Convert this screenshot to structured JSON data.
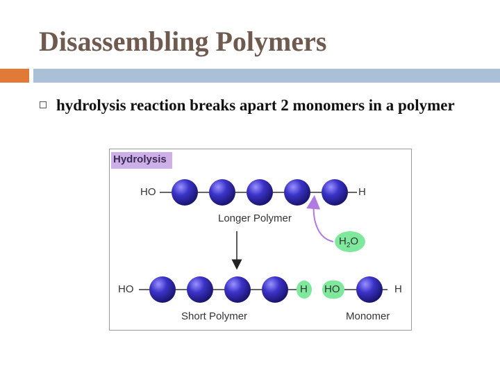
{
  "slide": {
    "title": "Disassembling Polymers",
    "bullet": "hydrolysis reaction breaks apart 2 monomers in a polymer"
  },
  "figure": {
    "title": "Hydrolysis",
    "top_left_group": "HO",
    "top_right_group": "H",
    "longer_polymer_label": "Longer Polymer",
    "water_label": "H2O",
    "bottom_left_group": "HO",
    "bottom_h": "H",
    "bottom_ho": "HO",
    "bottom_right_group": "H",
    "short_polymer_label": "Short Polymer",
    "monomer_label": "Monomer"
  },
  "colors": {
    "title": "#6e5a4e",
    "accent_bar": "#e07a36",
    "main_bar": "#a9c0d6",
    "monomer": "#3b33c8",
    "water_highlight": "#7ee89c",
    "arrow_purple": "#b07ae0",
    "label_highlight": "#cdb0e8"
  }
}
